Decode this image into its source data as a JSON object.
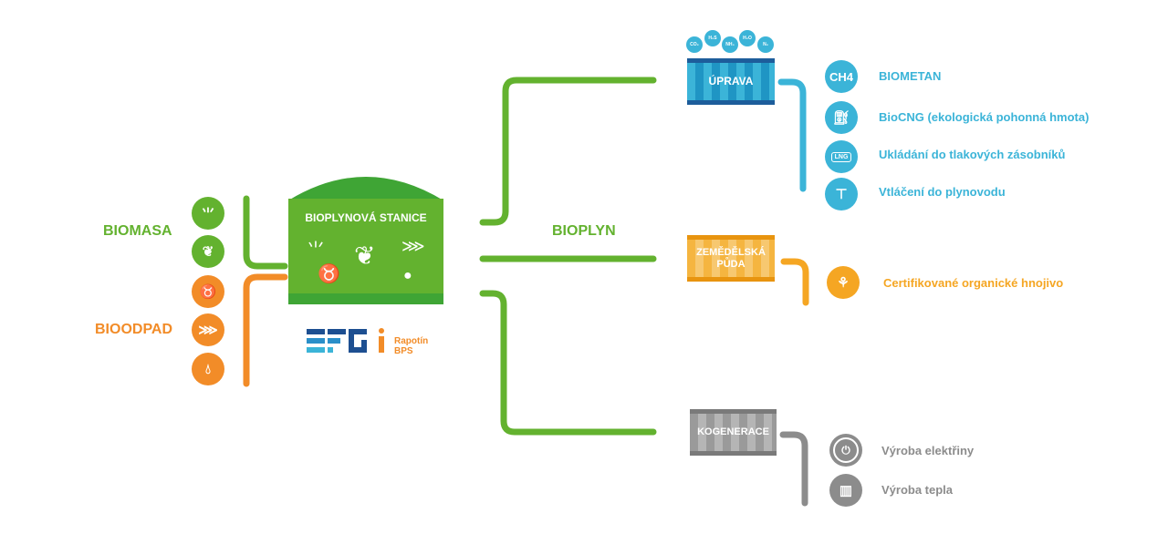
{
  "colors": {
    "green": "#63b22f",
    "orange": "#f28c28",
    "blue": "#3bb4d8",
    "yellow": "#f5a623",
    "gray": "#8c8c8c",
    "efg_blue": "#1d4f91"
  },
  "inputs": {
    "biomasa": "BIOMASA",
    "bioodpad": "BIOODPAD",
    "icons": [
      "grass-icon",
      "leaf-icon",
      "cow-icon",
      "fish-bone-icon",
      "drop-icon"
    ]
  },
  "station": {
    "title": "BIOPLYNOVÁ STANICE"
  },
  "logo": {
    "text": "EFG",
    "site": "Rapotín",
    "site2": "BPS"
  },
  "bioplyn": "BIOPLYN",
  "uprava": {
    "label": "ÚPRAVA",
    "gases": [
      "CO₂",
      "H₂S",
      "NH₃",
      "H₂O",
      "N₂"
    ],
    "items": [
      {
        "icon": "CH4",
        "label": "BIOMETAN"
      },
      {
        "icon": "fuel-pump-icon",
        "label": "BioCNG (ekologická pohonná hmota)"
      },
      {
        "icon": "LNG",
        "label": "Ukládání do tlakových zásobníků"
      },
      {
        "icon": "valve-icon",
        "label": "Vtláčení do plynovodu"
      }
    ]
  },
  "puda": {
    "label1": "ZEMĚDĚLSKÁ",
    "label2": "PŮDA",
    "item": "Certifikované organické hnojivo"
  },
  "kogenerace": {
    "label": "KOGENERACE",
    "items": [
      {
        "icon": "plug-icon",
        "label": "Výroba elektřiny"
      },
      {
        "icon": "radiator-icon",
        "label": "Výroba tepla"
      }
    ]
  }
}
